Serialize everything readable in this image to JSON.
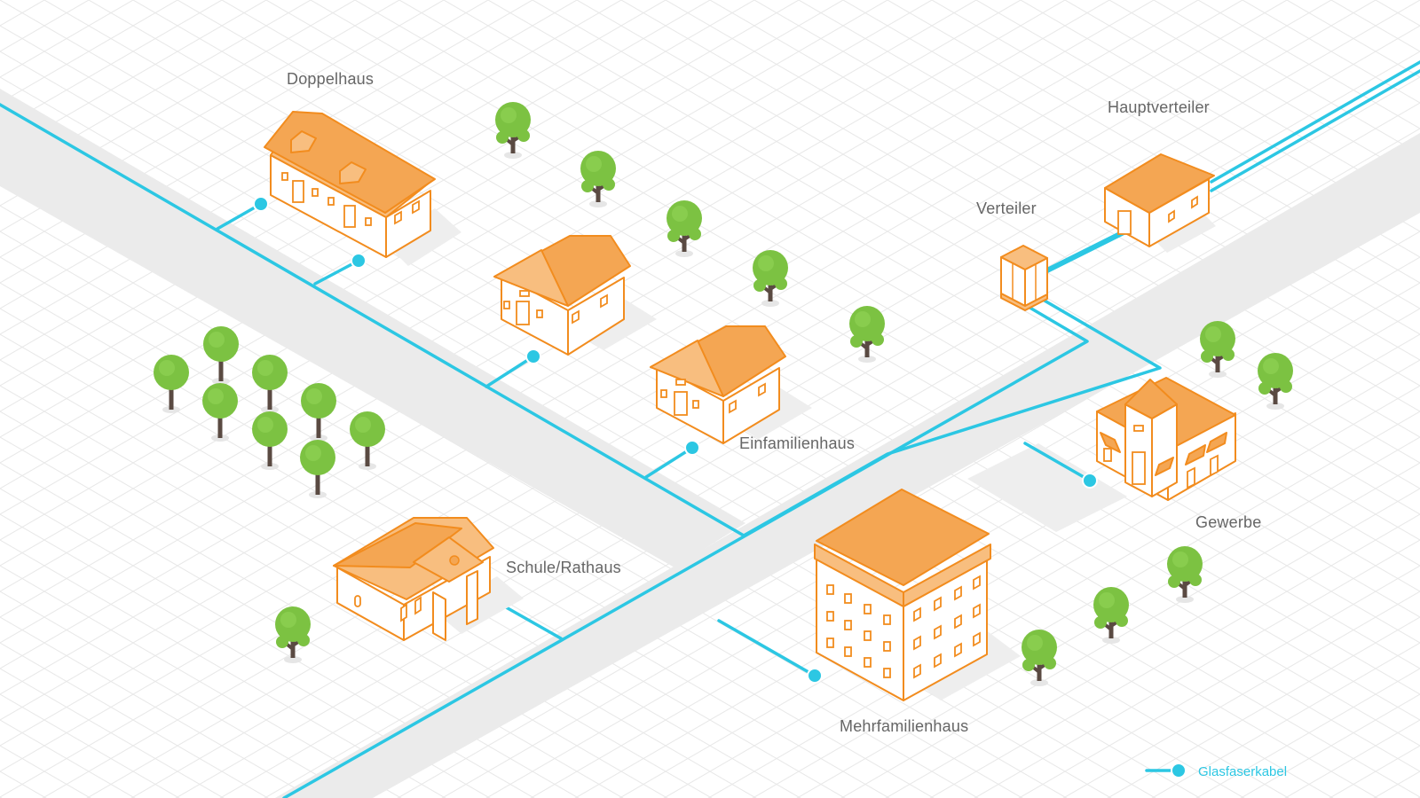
{
  "labels": {
    "doppelhaus": "Doppelhaus",
    "hauptverteiler": "Hauptverteiler",
    "verteiler": "Verteiler",
    "einfamilienhaus": "Einfamilienhaus",
    "gewerbe": "Gewerbe",
    "schule_rathaus": "Schule/Rathaus",
    "mehrfamilienhaus": "Mehrfamilienhaus"
  },
  "legend": {
    "glasfaserkabel": "Glasfaserkabel"
  },
  "colors": {
    "cable": "#2cc7e3",
    "building_outline": "#f28c1e",
    "roof": "#f4a653",
    "tree_crown": "#7cc242",
    "tree_trunk": "#5a4a42",
    "road": "#ebebeb",
    "grid": "#e6e6e6"
  },
  "icons": [
    "tree-icon",
    "house-icon",
    "distribution-cabinet-icon",
    "cable-node-icon"
  ]
}
